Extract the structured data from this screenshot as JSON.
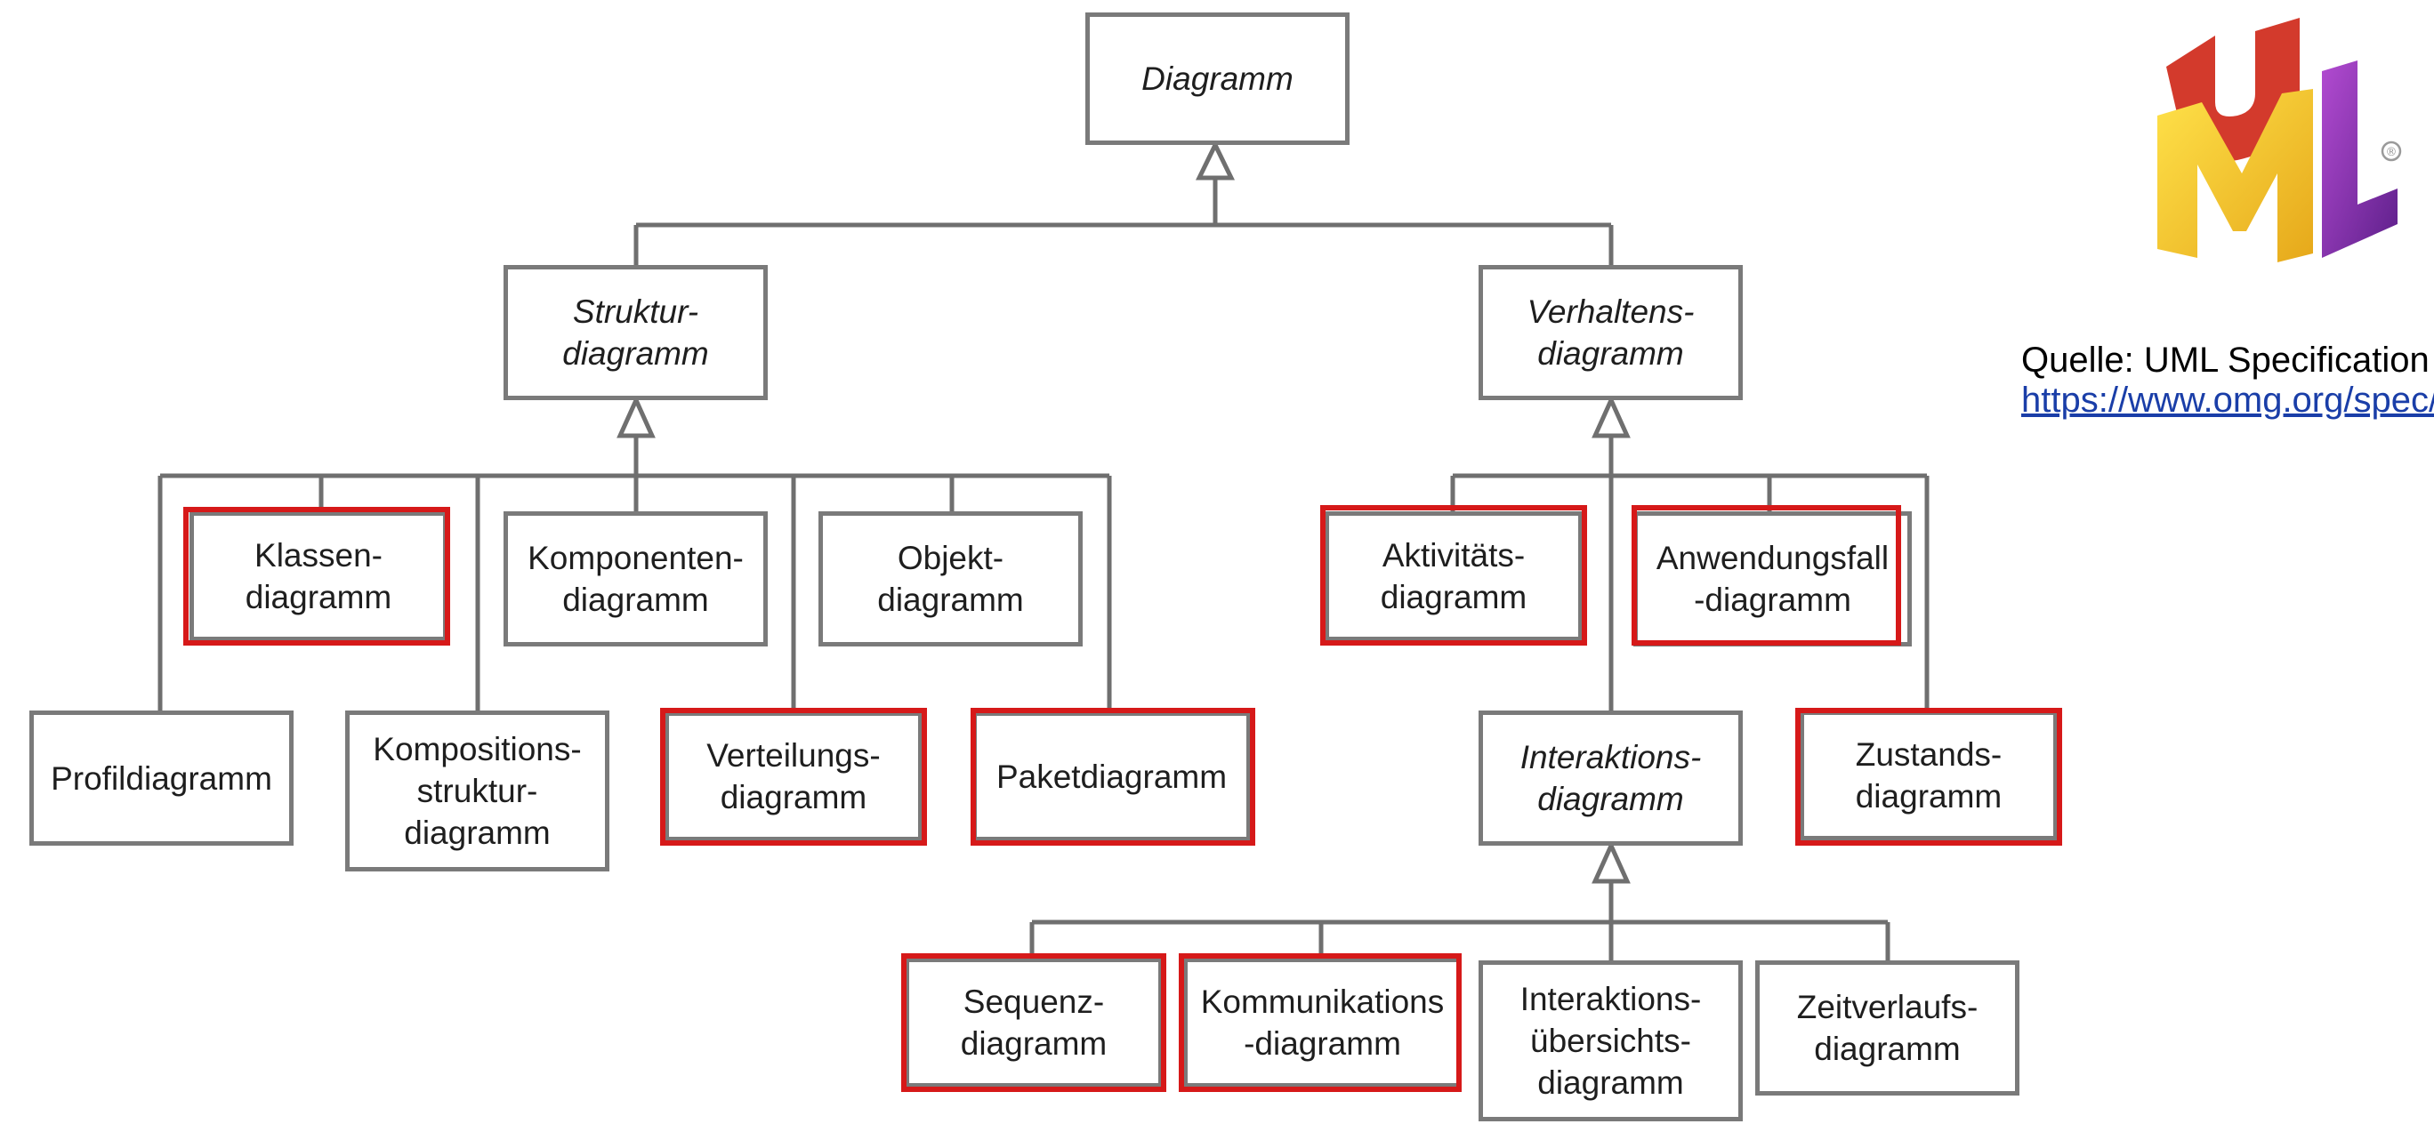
{
  "colors": {
    "box_border": "#7a7a7a",
    "highlight": "#d61919",
    "connector": "#6f6f6f",
    "link": "#1a3ea8"
  },
  "nodes": {
    "diagramm": "Diagramm",
    "struktur": "Struktur-\ndiagramm",
    "verhalten": "Verhaltens-\ndiagramm",
    "klassen": "Klassen-\ndiagramm",
    "komponenten": "Komponenten-\ndiagramm",
    "objekt": "Objekt-\ndiagramm",
    "profil": "Profildiagramm",
    "kompositions": "Kompositions-\nstruktur-\ndiagramm",
    "verteilung": "Verteilungs-\ndiagramm",
    "paket": "Paketdiagramm",
    "aktivitaet": "Aktivitäts-\ndiagramm",
    "anwendungsfall": "Anwendungsfall\n-diagramm",
    "interaktion": "Interaktions-\ndiagramm",
    "zustand": "Zustands-\ndiagramm",
    "sequenz": "Sequenz-\ndiagramm",
    "kommunikation": "Kommunikations\n-diagramm",
    "interaktionsuebersicht": "Interaktions-\nübersichts-\ndiagramm",
    "zeitverlauf": "Zeitverlaufs-\ndiagramm"
  },
  "highlighted": [
    "klassen",
    "verteilung",
    "paket",
    "aktivitaet",
    "anwendungsfall",
    "zustand",
    "sequenz",
    "kommunikation"
  ],
  "source": {
    "label": "Quelle: UML Specification",
    "url": "https://www.omg.org/spec/UML"
  },
  "logo": {
    "text": "UML",
    "registered_mark": "®"
  }
}
